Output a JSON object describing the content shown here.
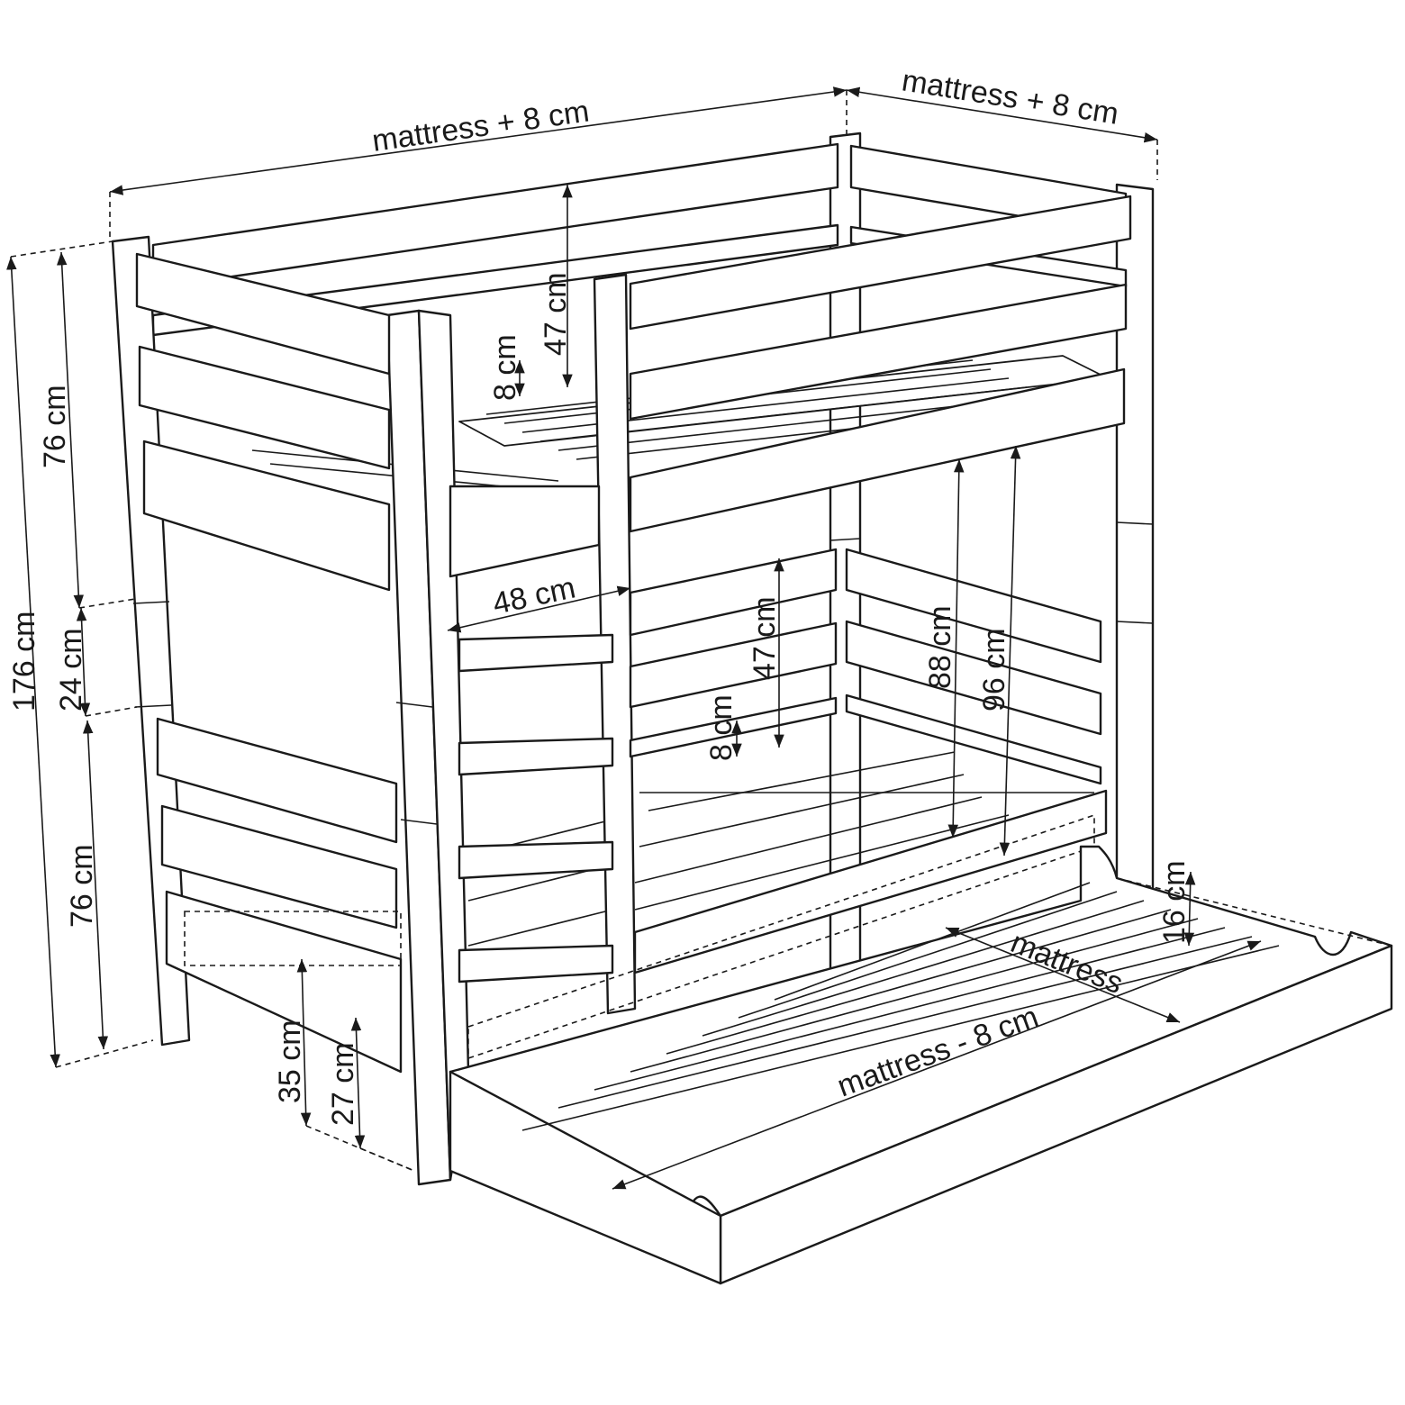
{
  "dimensions": {
    "top_length": "mattress + 8 cm",
    "top_width": "mattress + 8 cm",
    "total_height": "176 cm",
    "upper_level_height": "76 cm",
    "mid_gap": "24 cm",
    "lower_level_height": "76 cm",
    "upper_rail_height": "47 cm",
    "upper_rail_gap": "8 cm",
    "lower_rail_height": "47 cm",
    "lower_rail_gap": "8 cm",
    "ladder_width": "48 cm",
    "clearance_88": "88 cm",
    "clearance_96": "96 cm",
    "bottom_35": "35 cm",
    "bottom_27": "27 cm",
    "drawer_height": "16 cm",
    "drawer_width": "mattress",
    "drawer_length": "mattress - 8 cm"
  },
  "colors": {
    "line": "#1a1a1a",
    "fill": "#ffffff"
  }
}
